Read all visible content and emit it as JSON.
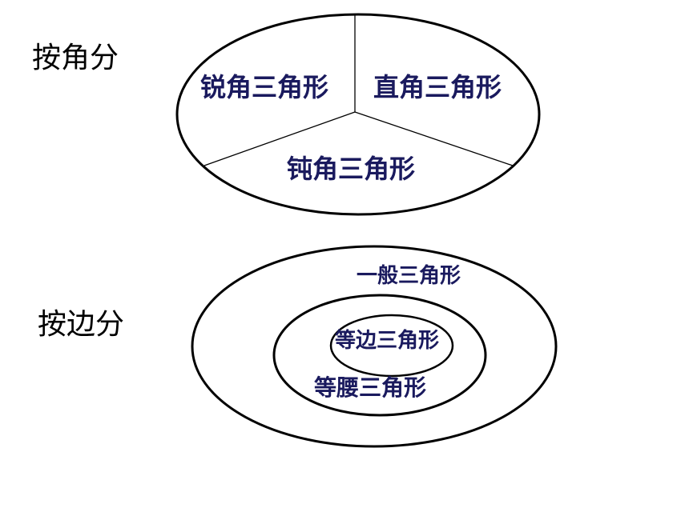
{
  "by_angle": {
    "heading": "按角分",
    "regions": {
      "acute": "锐角三角形",
      "right": "直角三角形",
      "obtuse": "钝角三角形"
    }
  },
  "by_side": {
    "heading": "按边分",
    "rings": {
      "general": "一般三角形",
      "equilateral": "等边三角形",
      "isosceles": "等腰三角形"
    }
  },
  "colors": {
    "label_text": "#1a1a5e",
    "outline": "#000000"
  }
}
